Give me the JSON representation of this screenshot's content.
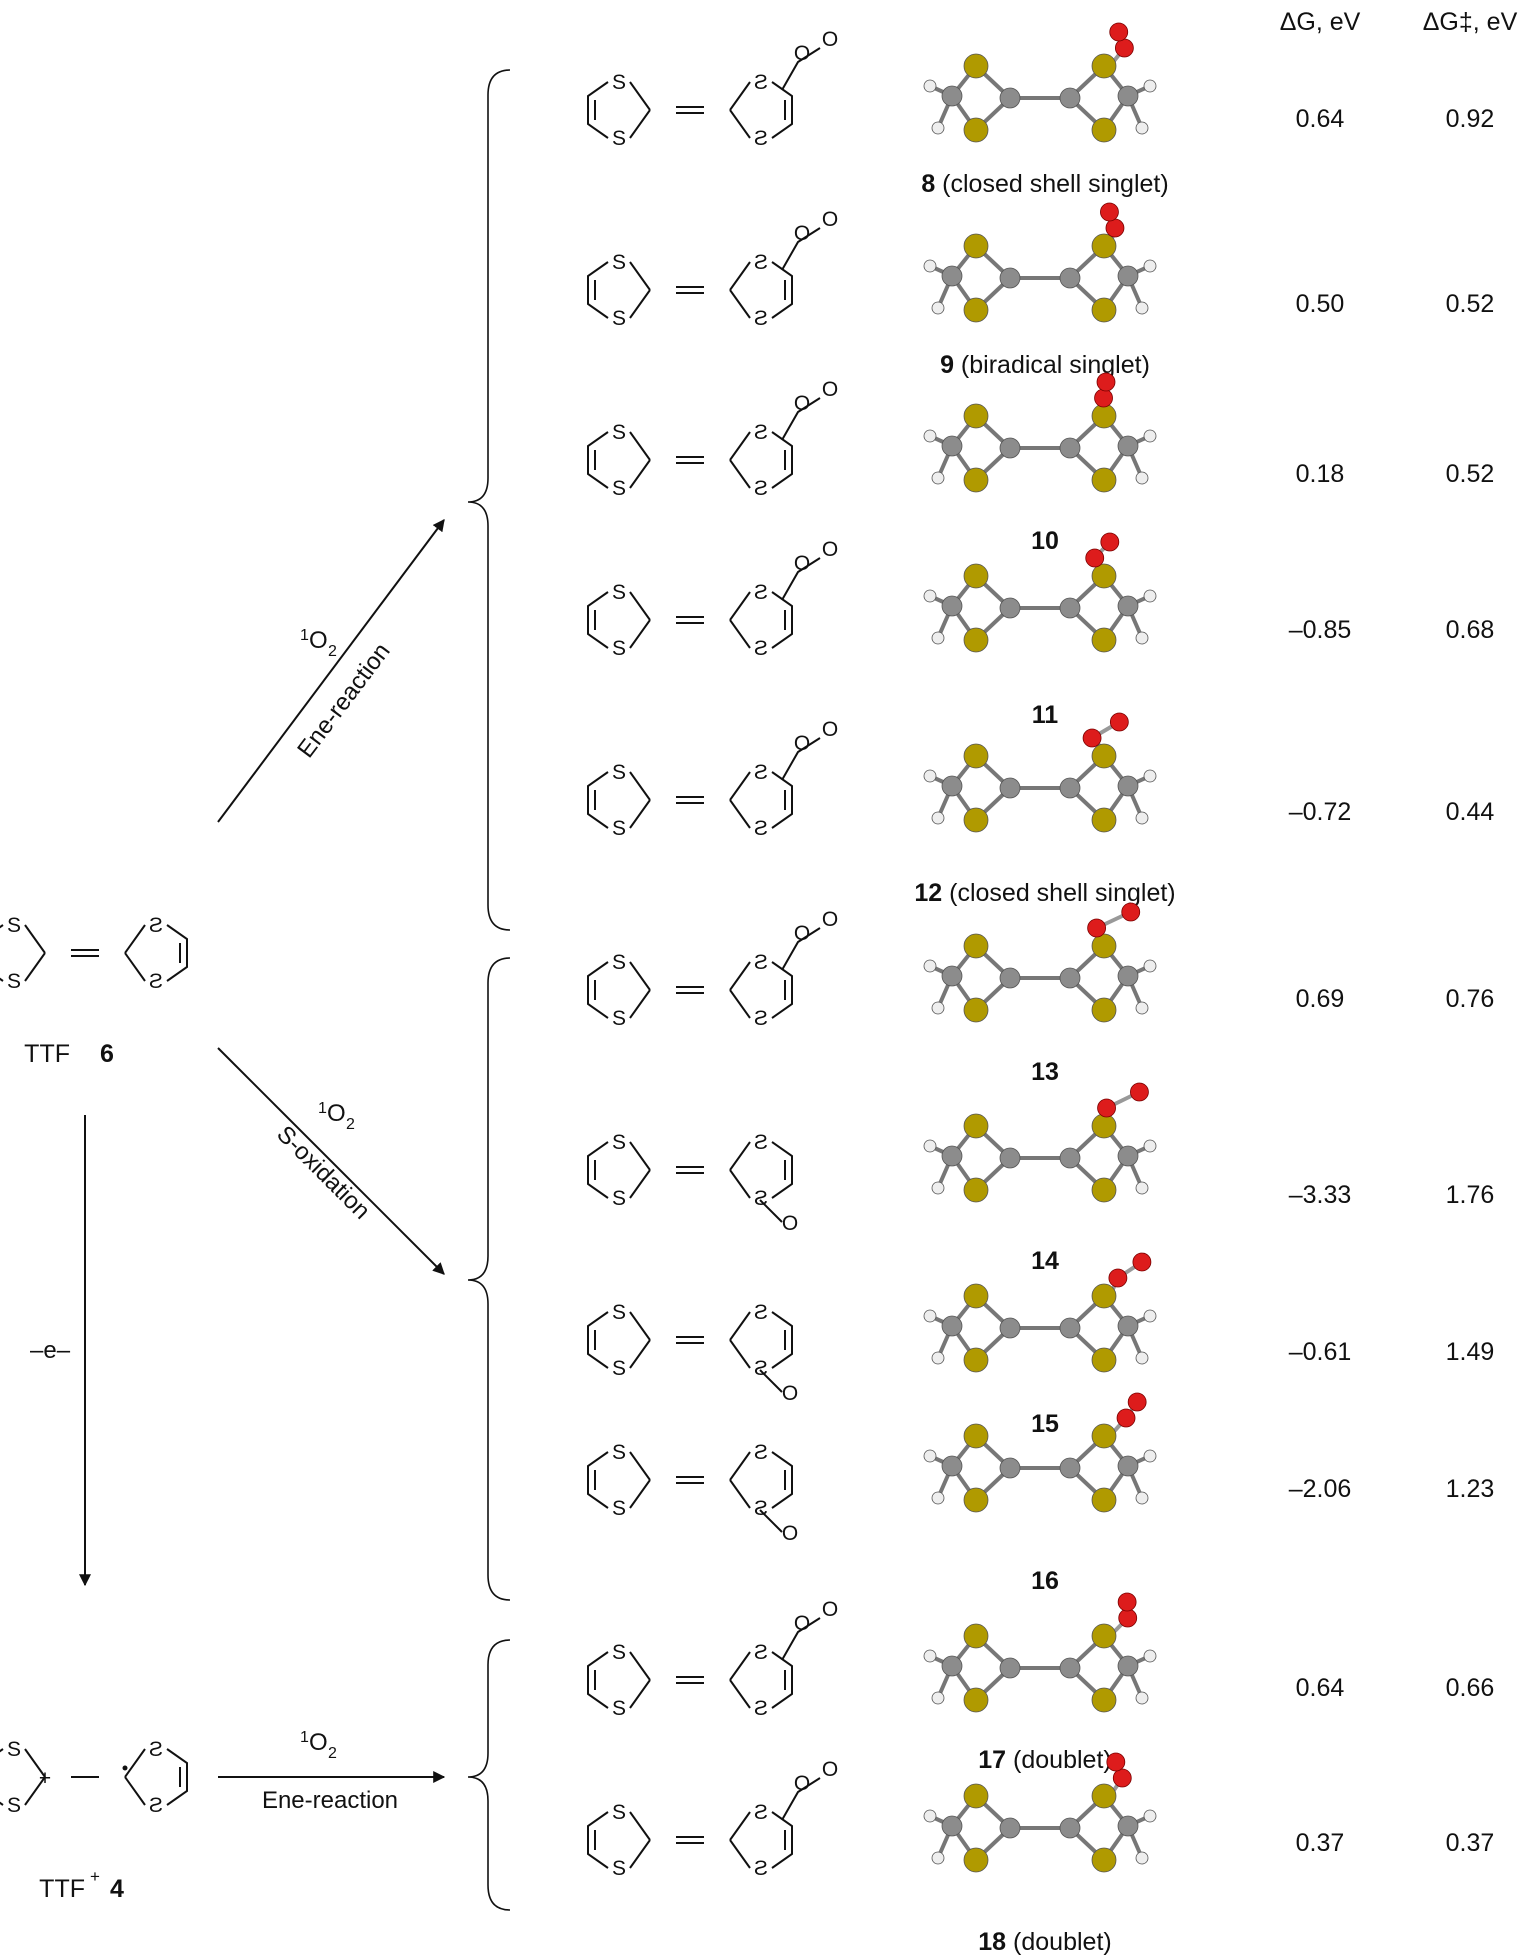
{
  "headers": {
    "dg": "ΔG, eV",
    "dg_ts": "ΔG‡, eV"
  },
  "reactants": {
    "ttf_name": "TTF",
    "ttf_num": "6",
    "ttfp_name": "TTF",
    "ttfp_sup": "+",
    "ttfp_num": "4"
  },
  "arrows": {
    "ene_reagent": "O",
    "ene_label": "Ene-reaction",
    "sox_reagent": "O",
    "sox_label": "S-oxidation",
    "oxid_label": "–e–",
    "cation_reagent": "O",
    "cation_label": "Ene-reaction",
    "reagent_sup": "1",
    "reagent_sub": "2"
  },
  "atoms": {
    "S": "S",
    "O": "O"
  },
  "rows": [
    {
      "num": "8",
      "note": "(closed shell singlet)",
      "dg": "0.64",
      "dgts": "0.92"
    },
    {
      "num": "9",
      "note": "(biradical singlet)",
      "dg": "0.50",
      "dgts": "0.52"
    },
    {
      "num": "10",
      "note": "",
      "dg": "0.18",
      "dgts": "0.52"
    },
    {
      "num": "11",
      "note": "",
      "dg": "–0.85",
      "dgts": "0.68"
    },
    {
      "num": "12",
      "note": "(closed shell singlet)",
      "dg": "–0.72",
      "dgts": "0.44"
    },
    {
      "num": "13",
      "note": "",
      "dg": "0.69",
      "dgts": "0.76"
    },
    {
      "num": "14",
      "note": "",
      "dg": "–3.33",
      "dgts": "1.76"
    },
    {
      "num": "15",
      "note": "",
      "dg": "–0.61",
      "dgts": "1.49"
    },
    {
      "num": "16",
      "note": "",
      "dg": "–2.06",
      "dgts": "1.23"
    },
    {
      "num": "17",
      "note": "(doublet)",
      "dg": "0.64",
      "dgts": "0.66"
    },
    {
      "num": "18",
      "note": "(doublet)",
      "dg": "0.37",
      "dgts": "0.37"
    }
  ],
  "colors": {
    "sulfur": "#b09a00",
    "carbon": "#8c8c8c",
    "hydrogen": "#eeeeee",
    "oxygen": "#dd1c1c",
    "ink": "#111111"
  }
}
